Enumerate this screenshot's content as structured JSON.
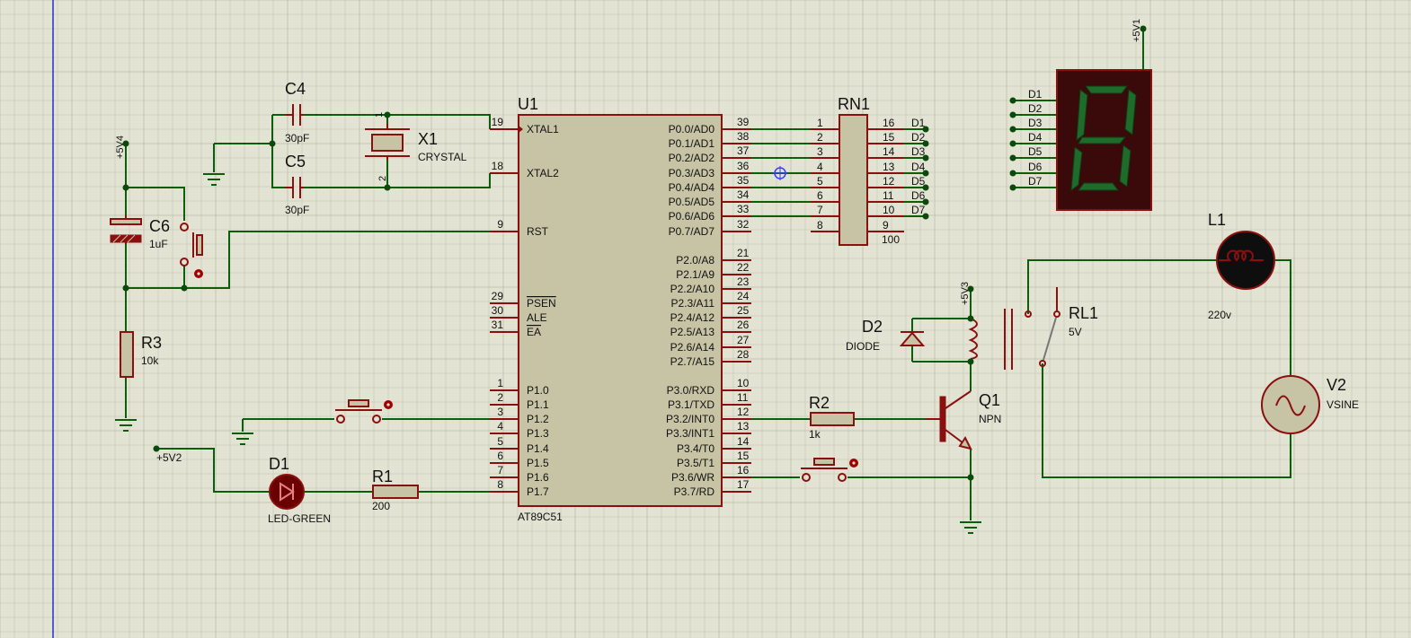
{
  "app": {
    "title": "ISIS Schematic Capture"
  },
  "colors": {
    "background": "#e3e3d3",
    "wire": "#0b5e0b",
    "component": "#8a0f0f",
    "body_fill": "#c7c4a5",
    "display_bg": "#3a0a0a",
    "segment_on": "#1f6b2a"
  },
  "u1": {
    "ref": "U1",
    "part": "AT89C51",
    "pins": {
      "xtal1": "XTAL1",
      "xtal2": "XTAL2",
      "rst": "RST",
      "psen": "PSEN",
      "ale": "ALE",
      "ea": "EA",
      "n19": "19",
      "n18": "18",
      "n9": "9",
      "n29": "29",
      "n30": "30",
      "n31": "31",
      "p1": [
        {
          "name": "P1.0",
          "num": "1"
        },
        {
          "name": "P1.1",
          "num": "2"
        },
        {
          "name": "P1.2",
          "num": "3"
        },
        {
          "name": "P1.3",
          "num": "4"
        },
        {
          "name": "P1.4",
          "num": "5"
        },
        {
          "name": "P1.5",
          "num": "6"
        },
        {
          "name": "P1.6",
          "num": "7"
        },
        {
          "name": "P1.7",
          "num": "8"
        }
      ],
      "p0": [
        {
          "name": "P0.0/AD0",
          "num": "39"
        },
        {
          "name": "P0.1/AD1",
          "num": "38"
        },
        {
          "name": "P0.2/AD2",
          "num": "37"
        },
        {
          "name": "P0.3/AD3",
          "num": "36"
        },
        {
          "name": "P0.4/AD4",
          "num": "35"
        },
        {
          "name": "P0.5/AD5",
          "num": "34"
        },
        {
          "name": "P0.6/AD6",
          "num": "33"
        },
        {
          "name": "P0.7/AD7",
          "num": "32"
        }
      ],
      "p2": [
        {
          "name": "P2.0/A8",
          "num": "21"
        },
        {
          "name": "P2.1/A9",
          "num": "22"
        },
        {
          "name": "P2.2/A10",
          "num": "23"
        },
        {
          "name": "P2.3/A11",
          "num": "24"
        },
        {
          "name": "P2.4/A12",
          "num": "25"
        },
        {
          "name": "P2.5/A13",
          "num": "26"
        },
        {
          "name": "P2.6/A14",
          "num": "27"
        },
        {
          "name": "P2.7/A15",
          "num": "28"
        }
      ],
      "p3": [
        {
          "name": "P3.0/RXD",
          "num": "10"
        },
        {
          "name": "P3.1/TXD",
          "num": "11"
        },
        {
          "name": "P3.2/INT0",
          "num": "12"
        },
        {
          "name": "P3.3/INT1",
          "num": "13"
        },
        {
          "name": "P3.4/T0",
          "num": "14"
        },
        {
          "name": "P3.5/T1",
          "num": "15"
        },
        {
          "name": "P3.6/WR",
          "num": "16"
        },
        {
          "name": "P3.7/RD",
          "num": "17"
        }
      ]
    }
  },
  "rn1": {
    "ref": "RN1",
    "value": "100",
    "left_pins": [
      "1",
      "2",
      "3",
      "4",
      "5",
      "6",
      "7",
      "8"
    ],
    "right_pins": [
      "16",
      "15",
      "14",
      "13",
      "12",
      "11",
      "10",
      "9"
    ],
    "nets": [
      "D1",
      "D2",
      "D3",
      "D4",
      "D5",
      "D6",
      "D7"
    ]
  },
  "display": {
    "nets": [
      "D1",
      "D2",
      "D3",
      "D4",
      "D5",
      "D6",
      "D7"
    ],
    "power": "+5V1",
    "digit": "8"
  },
  "c4": {
    "ref": "C4",
    "value": "30pF"
  },
  "c5": {
    "ref": "C5",
    "value": "30pF"
  },
  "c6": {
    "ref": "C6",
    "value": "1uF"
  },
  "x1": {
    "ref": "X1",
    "value": "CRYSTAL",
    "pin1": "1",
    "pin2": "2"
  },
  "r3": {
    "ref": "R3",
    "value": "10k"
  },
  "r1": {
    "ref": "R1",
    "value": "200"
  },
  "r2": {
    "ref": "R2",
    "value": "1k"
  },
  "d1": {
    "ref": "D1",
    "value": "LED-GREEN"
  },
  "d2": {
    "ref": "D2",
    "value": "DIODE"
  },
  "q1": {
    "ref": "Q1",
    "value": "NPN"
  },
  "rl1": {
    "ref": "RL1",
    "value": "5V"
  },
  "l1": {
    "ref": "L1",
    "value": "220v"
  },
  "v2": {
    "ref": "V2",
    "value": "VSINE"
  },
  "power": {
    "p5v4": "+5V4",
    "p5v2": "+5V2",
    "p5v3": "+5V3"
  }
}
